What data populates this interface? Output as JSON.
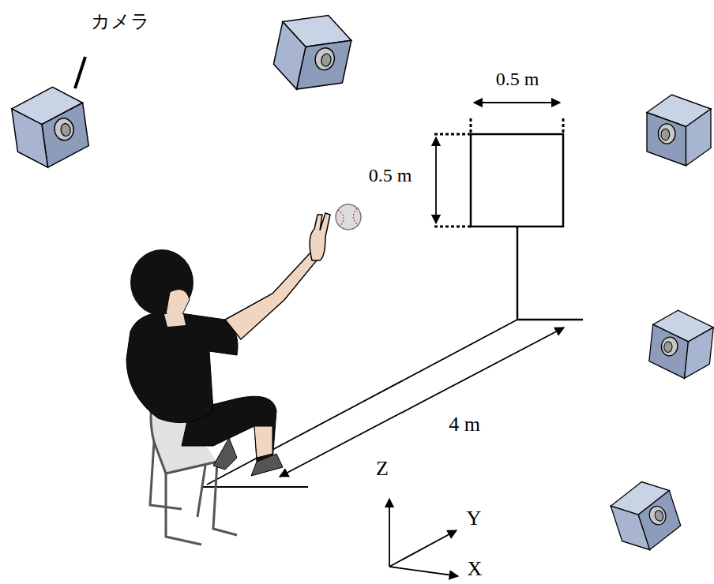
{
  "diagram": {
    "labels": [
      "カメラ",
      "0.5 m",
      "0.5 m",
      "4 m",
      "Z",
      "Y",
      "X"
    ]
  }
}
